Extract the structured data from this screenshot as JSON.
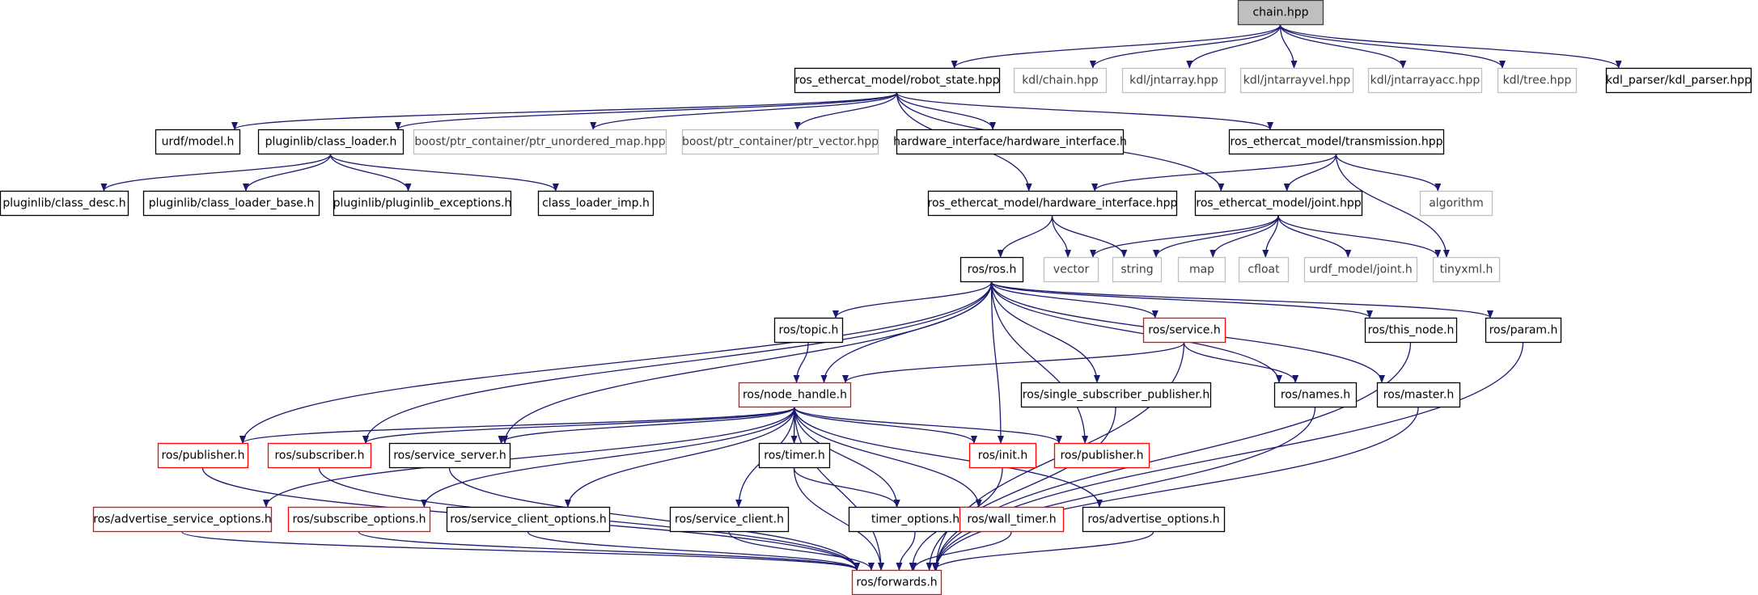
{
  "colors": {
    "edge": "#191970",
    "normal_border": "#000000",
    "normal_text": "#000000",
    "external_border": "#bfbfbf",
    "external_text": "#404040",
    "missing_border": "#ff0000",
    "missing_text": "#000000",
    "root_fill": "#bfbfbf",
    "root_border": "#404040"
  },
  "nodes": [
    {
      "id": "chain",
      "label": "chain.hpp",
      "kind": "root"
    },
    {
      "id": "robot_state",
      "label": "ros_ethercat_model/robot_state.hpp",
      "kind": "normal"
    },
    {
      "id": "kdl_chain",
      "label": "kdl/chain.hpp",
      "kind": "external"
    },
    {
      "id": "kdl_jntarray",
      "label": "kdl/jntarray.hpp",
      "kind": "external"
    },
    {
      "id": "kdl_jntarrayvel",
      "label": "kdl/jntarrayvel.hpp",
      "kind": "external"
    },
    {
      "id": "kdl_jntarrayacc",
      "label": "kdl/jntarrayacc.hpp",
      "kind": "external"
    },
    {
      "id": "kdl_tree",
      "label": "kdl/tree.hpp",
      "kind": "external"
    },
    {
      "id": "kdl_parser",
      "label": "kdl_parser/kdl_parser.hpp",
      "kind": "normal"
    },
    {
      "id": "urdf_model",
      "label": "urdf/model.h",
      "kind": "normal"
    },
    {
      "id": "class_loader",
      "label": "pluginlib/class_loader.h",
      "kind": "normal"
    },
    {
      "id": "ptr_unordered_map",
      "label": "boost/ptr_container/ptr_unordered_map.hpp",
      "kind": "external"
    },
    {
      "id": "ptr_vector",
      "label": "boost/ptr_container/ptr_vector.hpp",
      "kind": "external"
    },
    {
      "id": "hw_iface_hw",
      "label": "hardware_interface/hardware_interface.h",
      "kind": "normal"
    },
    {
      "id": "transmission",
      "label": "ros_ethercat_model/transmission.hpp",
      "kind": "normal"
    },
    {
      "id": "class_desc",
      "label": "pluginlib/class_desc.h",
      "kind": "normal"
    },
    {
      "id": "class_loader_base",
      "label": "pluginlib/class_loader_base.h",
      "kind": "normal"
    },
    {
      "id": "pluginlib_exceptions",
      "label": "pluginlib/pluginlib_exceptions.h",
      "kind": "normal"
    },
    {
      "id": "class_loader_imp",
      "label": "class_loader_imp.h",
      "kind": "normal"
    },
    {
      "id": "rem_hw_iface",
      "label": "ros_ethercat_model/hardware_interface.hpp",
      "kind": "normal"
    },
    {
      "id": "rem_joint",
      "label": "ros_ethercat_model/joint.hpp",
      "kind": "normal"
    },
    {
      "id": "algorithm",
      "label": "algorithm",
      "kind": "external"
    },
    {
      "id": "ros_ros",
      "label": "ros/ros.h",
      "kind": "normal"
    },
    {
      "id": "vector",
      "label": "vector",
      "kind": "external"
    },
    {
      "id": "string",
      "label": "string",
      "kind": "external"
    },
    {
      "id": "map",
      "label": "map",
      "kind": "external"
    },
    {
      "id": "cfloat",
      "label": "cfloat",
      "kind": "external"
    },
    {
      "id": "urdf_model_joint",
      "label": "urdf_model/joint.h",
      "kind": "external"
    },
    {
      "id": "tinyxml",
      "label": "tinyxml.h",
      "kind": "external"
    },
    {
      "id": "ros_topic",
      "label": "ros/topic.h",
      "kind": "normal"
    },
    {
      "id": "ros_service",
      "label": "ros/service.h",
      "kind": "missing"
    },
    {
      "id": "ros_this_node",
      "label": "ros/this_node.h",
      "kind": "normal"
    },
    {
      "id": "ros_param",
      "label": "ros/param.h",
      "kind": "normal"
    },
    {
      "id": "ros_node_handle",
      "label": "ros/node_handle.h",
      "kind": "missing"
    },
    {
      "id": "ros_single_sub_pub",
      "label": "ros/single_subscriber_publisher.h",
      "kind": "normal"
    },
    {
      "id": "ros_names",
      "label": "ros/names.h",
      "kind": "normal"
    },
    {
      "id": "ros_master",
      "label": "ros/master.h",
      "kind": "normal"
    },
    {
      "id": "ros_publisher_l",
      "label": "ros/publisher.h",
      "kind": "missing"
    },
    {
      "id": "ros_subscriber",
      "label": "ros/subscriber.h",
      "kind": "missing"
    },
    {
      "id": "ros_service_server",
      "label": "ros/service_server.h",
      "kind": "normal"
    },
    {
      "id": "ros_timer",
      "label": "ros/timer.h",
      "kind": "normal"
    },
    {
      "id": "ros_init",
      "label": "ros/init.h",
      "kind": "missing"
    },
    {
      "id": "ros_publisher_r",
      "label": "ros/publisher.h",
      "kind": "missing"
    },
    {
      "id": "ros_adv_srv_opts",
      "label": "ros/advertise_service_options.h",
      "kind": "missing"
    },
    {
      "id": "ros_subscribe_opts",
      "label": "ros/subscribe_options.h",
      "kind": "missing"
    },
    {
      "id": "ros_srv_client_opts",
      "label": "ros/service_client_options.h",
      "kind": "normal"
    },
    {
      "id": "ros_service_client",
      "label": "ros/service_client.h",
      "kind": "normal"
    },
    {
      "id": "timer_options",
      "label": "timer_options.h",
      "kind": "normal"
    },
    {
      "id": "ros_wall_timer",
      "label": "ros/wall_timer.h",
      "kind": "missing"
    },
    {
      "id": "ros_adv_opts",
      "label": "ros/advertise_options.h",
      "kind": "normal"
    },
    {
      "id": "ros_forwards",
      "label": "ros/forwards.h",
      "kind": "missing"
    }
  ],
  "edges": [
    [
      "chain",
      "robot_state"
    ],
    [
      "chain",
      "kdl_chain"
    ],
    [
      "chain",
      "kdl_jntarray"
    ],
    [
      "chain",
      "kdl_jntarrayvel"
    ],
    [
      "chain",
      "kdl_jntarrayacc"
    ],
    [
      "chain",
      "kdl_tree"
    ],
    [
      "chain",
      "kdl_parser"
    ],
    [
      "robot_state",
      "urdf_model"
    ],
    [
      "robot_state",
      "class_loader"
    ],
    [
      "robot_state",
      "ptr_unordered_map"
    ],
    [
      "robot_state",
      "ptr_vector"
    ],
    [
      "robot_state",
      "hw_iface_hw"
    ],
    [
      "robot_state",
      "transmission"
    ],
    [
      "robot_state",
      "rem_hw_iface"
    ],
    [
      "robot_state",
      "rem_joint"
    ],
    [
      "class_loader",
      "class_desc"
    ],
    [
      "class_loader",
      "class_loader_base"
    ],
    [
      "class_loader",
      "pluginlib_exceptions"
    ],
    [
      "class_loader",
      "class_loader_imp"
    ],
    [
      "transmission",
      "rem_hw_iface"
    ],
    [
      "transmission",
      "rem_joint"
    ],
    [
      "transmission",
      "algorithm"
    ],
    [
      "transmission",
      "tinyxml"
    ],
    [
      "rem_hw_iface",
      "ros_ros"
    ],
    [
      "rem_hw_iface",
      "vector"
    ],
    [
      "rem_hw_iface",
      "string"
    ],
    [
      "rem_joint",
      "vector"
    ],
    [
      "rem_joint",
      "string"
    ],
    [
      "rem_joint",
      "map"
    ],
    [
      "rem_joint",
      "cfloat"
    ],
    [
      "rem_joint",
      "urdf_model_joint"
    ],
    [
      "rem_joint",
      "tinyxml"
    ],
    [
      "ros_ros",
      "ros_topic"
    ],
    [
      "ros_ros",
      "ros_service"
    ],
    [
      "ros_ros",
      "ros_this_node"
    ],
    [
      "ros_ros",
      "ros_param"
    ],
    [
      "ros_ros",
      "ros_node_handle"
    ],
    [
      "ros_ros",
      "ros_single_sub_pub"
    ],
    [
      "ros_ros",
      "ros_names"
    ],
    [
      "ros_ros",
      "ros_master"
    ],
    [
      "ros_ros",
      "ros_publisher_l"
    ],
    [
      "ros_ros",
      "ros_subscriber"
    ],
    [
      "ros_ros",
      "ros_service_server"
    ],
    [
      "ros_ros",
      "ros_init"
    ],
    [
      "ros_ros",
      "ros_publisher_r"
    ],
    [
      "ros_topic",
      "ros_node_handle"
    ],
    [
      "ros_service",
      "ros_node_handle"
    ],
    [
      "ros_service",
      "ros_names"
    ],
    [
      "ros_service",
      "ros_forwards"
    ],
    [
      "ros_node_handle",
      "ros_publisher_l"
    ],
    [
      "ros_node_handle",
      "ros_subscriber"
    ],
    [
      "ros_node_handle",
      "ros_service_server"
    ],
    [
      "ros_node_handle",
      "ros_timer"
    ],
    [
      "ros_node_handle",
      "ros_init"
    ],
    [
      "ros_node_handle",
      "ros_publisher_r"
    ],
    [
      "ros_node_handle",
      "ros_adv_srv_opts"
    ],
    [
      "ros_node_handle",
      "ros_subscribe_opts"
    ],
    [
      "ros_node_handle",
      "ros_srv_client_opts"
    ],
    [
      "ros_node_handle",
      "ros_service_client"
    ],
    [
      "ros_node_handle",
      "timer_options"
    ],
    [
      "ros_node_handle",
      "ros_wall_timer"
    ],
    [
      "ros_node_handle",
      "ros_adv_opts"
    ],
    [
      "ros_node_handle",
      "ros_forwards"
    ],
    [
      "ros_timer",
      "timer_options"
    ],
    [
      "ros_timer",
      "ros_forwards"
    ],
    [
      "ros_this_node",
      "ros_forwards"
    ],
    [
      "ros_param",
      "ros_forwards"
    ],
    [
      "ros_names",
      "ros_forwards"
    ],
    [
      "ros_master",
      "ros_forwards"
    ],
    [
      "ros_single_sub_pub",
      "ros_forwards"
    ],
    [
      "ros_publisher_l",
      "ros_forwards"
    ],
    [
      "ros_subscriber",
      "ros_forwards"
    ],
    [
      "ros_service_server",
      "ros_forwards"
    ],
    [
      "ros_init",
      "ros_forwards"
    ],
    [
      "ros_adv_srv_opts",
      "ros_forwards"
    ],
    [
      "ros_subscribe_opts",
      "ros_forwards"
    ],
    [
      "ros_srv_client_opts",
      "ros_forwards"
    ],
    [
      "ros_service_client",
      "ros_forwards"
    ],
    [
      "timer_options",
      "ros_forwards"
    ],
    [
      "ros_wall_timer",
      "ros_forwards"
    ],
    [
      "ros_adv_opts",
      "ros_forwards"
    ]
  ]
}
